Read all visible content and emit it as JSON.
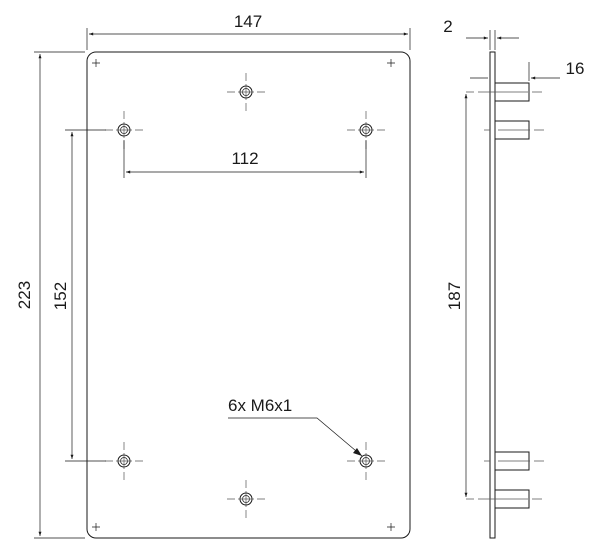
{
  "dimensions": {
    "width": "147",
    "height": "223",
    "hole_horizontal_spacing": "112",
    "hole_vertical_spacing": "152",
    "side_vertical_spacing": "187",
    "thickness": "2",
    "stud_length": "16"
  },
  "callout": {
    "holes": "6x M6x1"
  }
}
